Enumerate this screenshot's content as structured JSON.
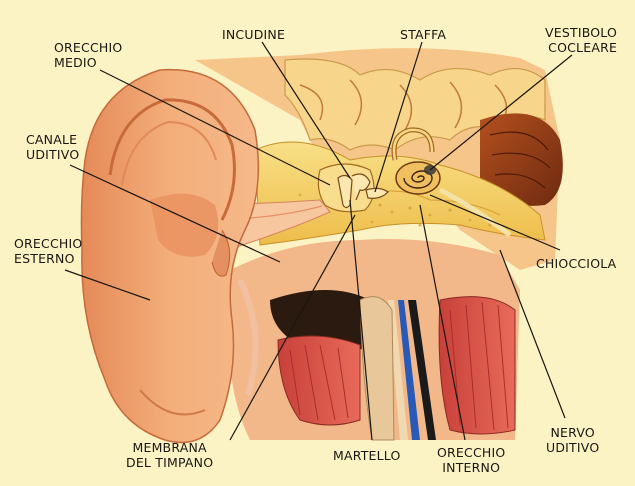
{
  "labels": {
    "orecchio_medio": [
      "ORECCHIO",
      "MEDIO"
    ],
    "incudine": "INCUDINE",
    "staffa": "STAFFA",
    "vestibolo_cocleare": [
      "VESTIBOLO",
      "COCLEARE"
    ],
    "canale_uditivo": [
      "CANALE",
      "UDITIVO"
    ],
    "orecchio_esterno": [
      "ORECCHIO",
      "ESTERNO"
    ],
    "chiocciola": "CHIOCCIOLA",
    "membrana_del_timpano": [
      "MEMBRANA",
      "DEL TIMPANO"
    ],
    "martello": "MARTELLO",
    "orecchio_interno": [
      "ORECCHIO",
      "INTERNO"
    ],
    "nervo_uditivo": [
      "NERVO",
      "UDITIVO"
    ]
  },
  "colors": {
    "background": "#fbf3c4",
    "skin": "#f0a06a",
    "bone": "#f5d060",
    "dark": "#2a1e12"
  }
}
